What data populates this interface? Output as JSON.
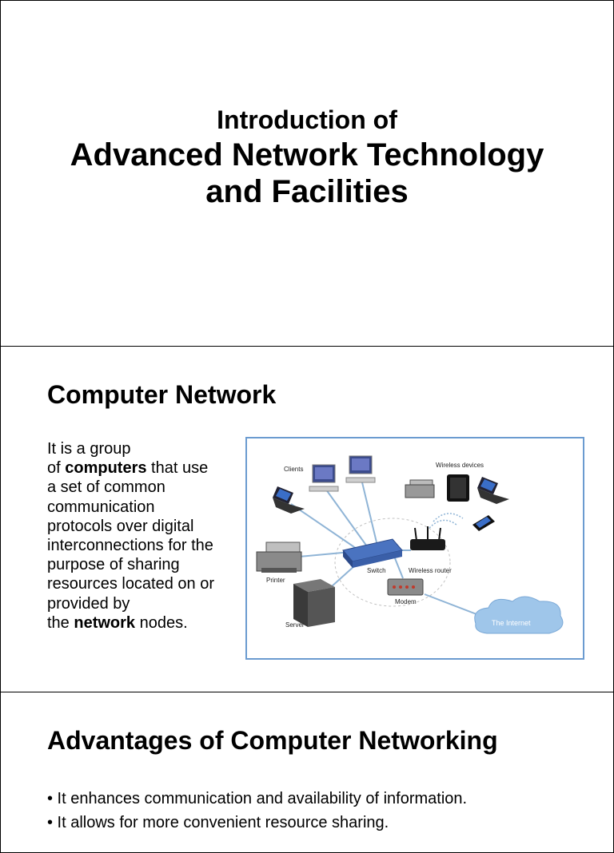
{
  "slide1": {
    "pretitle": "Introduction of",
    "title_line1": "Advanced Network Technology",
    "title_line2": "and Facilities"
  },
  "slide2": {
    "heading": "Computer Network",
    "lines": [
      {
        "pre": "It is a group",
        "bold": "",
        "post": ""
      },
      {
        "pre": "of ",
        "bold": "computers",
        "post": " that use"
      },
      {
        "pre": "a set of common",
        "bold": "",
        "post": ""
      },
      {
        "pre": "communication",
        "bold": "",
        "post": ""
      },
      {
        "pre": "protocols over digital",
        "bold": "",
        "post": ""
      },
      {
        "pre": "interconnections for the",
        "bold": "",
        "post": ""
      },
      {
        "pre": "purpose of sharing",
        "bold": "",
        "post": ""
      },
      {
        "pre": "resources located on or",
        "bold": "",
        "post": ""
      },
      {
        "pre": "provided by",
        "bold": "",
        "post": ""
      },
      {
        "pre": "the ",
        "bold": "network",
        "post": " nodes."
      }
    ],
    "diagram": {
      "clients": "Clients",
      "wireless_devices": "Wireless devices",
      "printer": "Printer",
      "server": "Server",
      "switch": "Switch",
      "wireless_router": "Wireless router",
      "modem": "Modem",
      "internet": "The Internet"
    }
  },
  "slide3": {
    "heading": "Advantages of Computer Networking",
    "bullets": [
      "• It enhances communication and availability of information.",
      "• It allows for more convenient resource sharing."
    ]
  },
  "colors": {
    "frame": "#6b9bd0",
    "link": "#8fb4d6",
    "cloud": "#9fc6ea"
  }
}
